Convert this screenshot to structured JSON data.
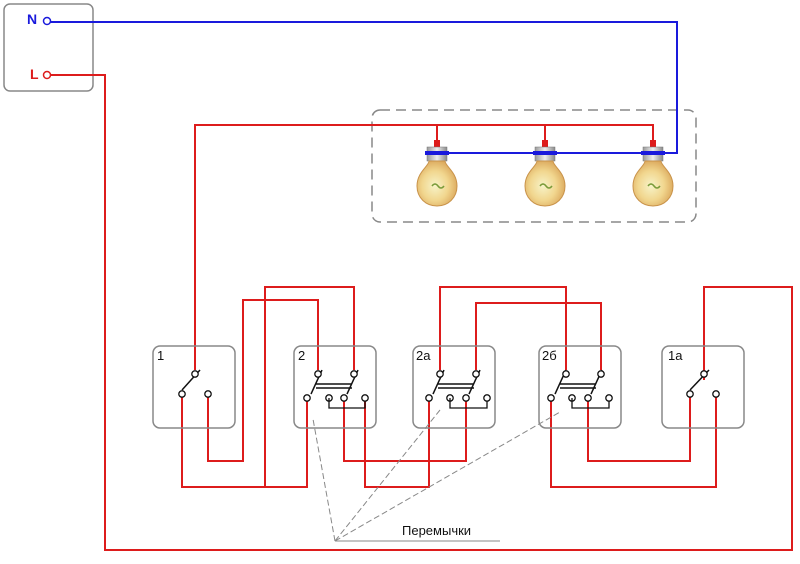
{
  "power": {
    "n_label": "N",
    "l_label": "L",
    "n_color": "#1a1adc",
    "l_color": "#dd1c1c"
  },
  "switches": [
    {
      "label": "1",
      "kind": "single"
    },
    {
      "label": "2",
      "kind": "cross"
    },
    {
      "label": "2а",
      "kind": "cross"
    },
    {
      "label": "2б",
      "kind": "cross"
    },
    {
      "label": "1а",
      "kind": "single"
    }
  ],
  "lamps": {
    "count": 3
  },
  "jumpers_label": "Перемычки",
  "colors": {
    "box_border": "#888888",
    "group_border": "#888888",
    "wire_phase": "#dd1c1c",
    "wire_neutral": "#1a1adc",
    "leader": "#888888"
  }
}
